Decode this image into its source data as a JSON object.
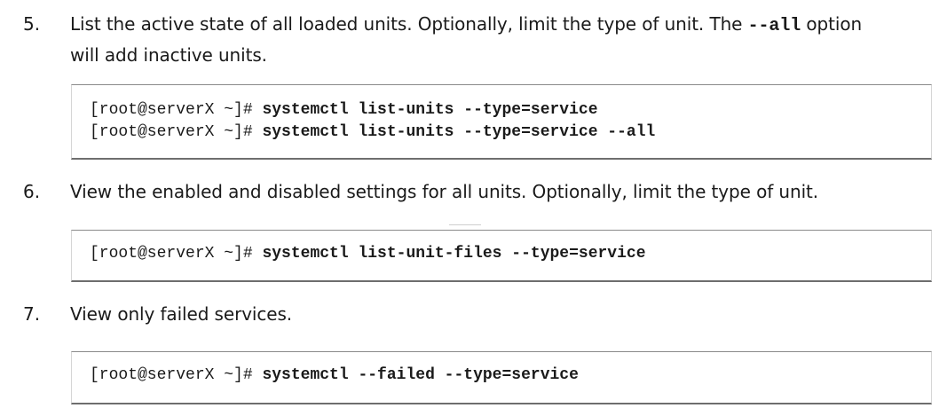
{
  "steps": [
    {
      "number": "5.",
      "line1_pre": "List the active state of all loaded units. Optionally, limit the type of unit. The ",
      "line1_option": "--all",
      "line1_post": " option",
      "line2": "will add inactive units.",
      "code": [
        {
          "prompt": "[root@serverX ~]# ",
          "command": "systemctl list-units --type=service"
        },
        {
          "prompt": "[root@serverX ~]# ",
          "command": "systemctl list-units --type=service --all"
        }
      ]
    },
    {
      "number": "6.",
      "text": "View the enabled and disabled settings for all units. Optionally, limit the type of unit.",
      "code": [
        {
          "prompt": "[root@serverX ~]# ",
          "command": "systemctl list-unit-files --type=service"
        }
      ]
    },
    {
      "number": "7.",
      "text": "View only failed services.",
      "code": [
        {
          "prompt": "[root@serverX ~]# ",
          "command": "systemctl --failed --type=service"
        }
      ]
    }
  ]
}
